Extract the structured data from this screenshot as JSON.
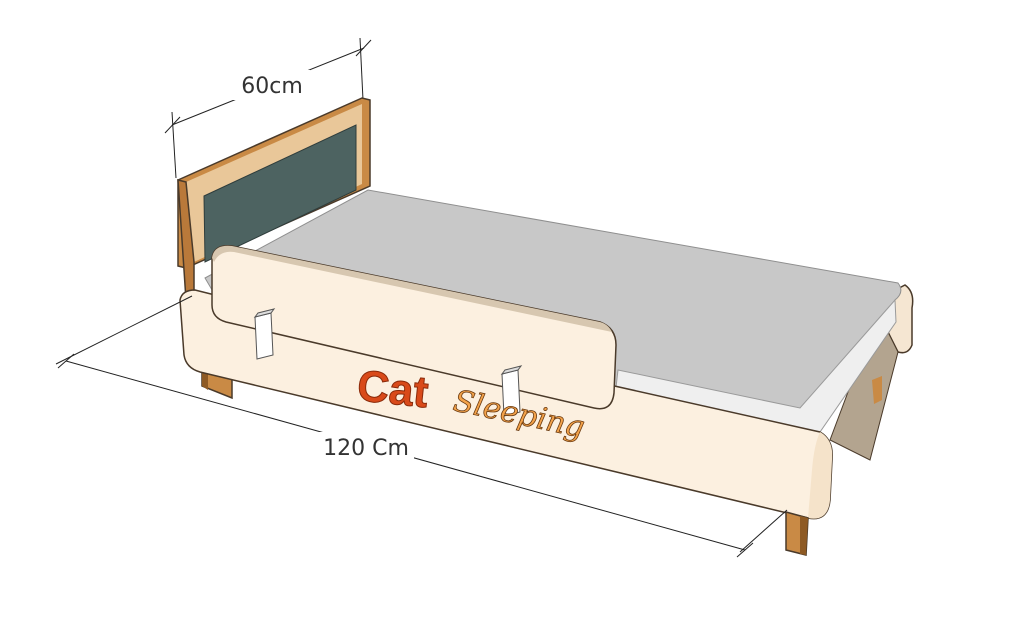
{
  "dimensions": {
    "width_label": "60cm",
    "length_label": "120 Cm"
  },
  "brand": {
    "name": "Cat",
    "tagline": "Sleeping"
  },
  "colors": {
    "panel_cream": "#fcf0e0",
    "wood_edge": "#c98a45",
    "headboard_panel": "#4d6361",
    "mattress_top": "#c8c8c8",
    "mattress_side": "#efefef",
    "brand_fill": "#d94a1a",
    "brand_stroke": "#8a2a0a",
    "tagline_fill": "#f3a24a"
  }
}
